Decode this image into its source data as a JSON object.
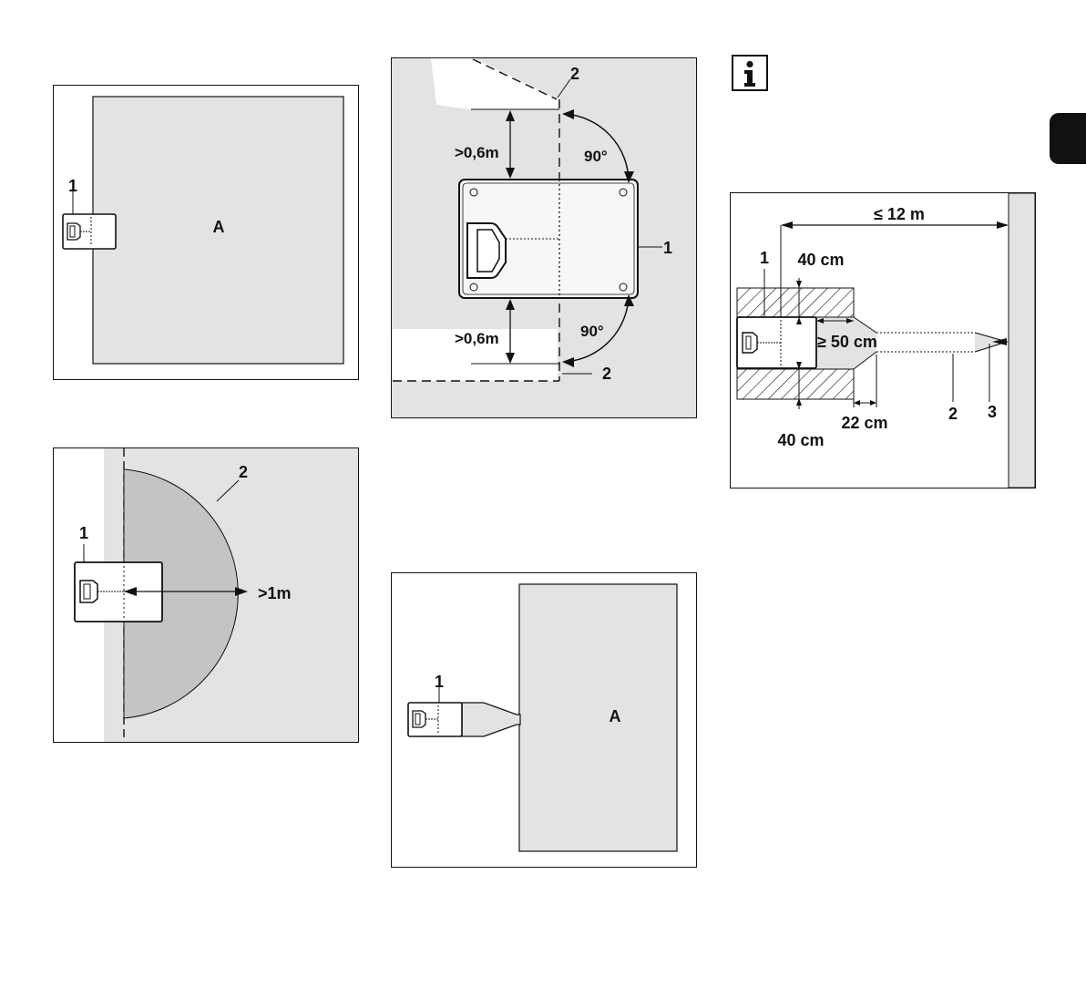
{
  "figure_tl": {
    "label_1": "1",
    "label_area": "A"
  },
  "figure_bl": {
    "label_1": "1",
    "label_2": "2",
    "dist": ">1m"
  },
  "figure_tm": {
    "label_2_top": "2",
    "label_2_bottom": "2",
    "label_1": "1",
    "dist_top": ">0,6m",
    "dist_bottom": ">0,6m",
    "angle_top": "90°",
    "angle_bottom": "90°"
  },
  "figure_bm": {
    "label_1": "1",
    "label_area": "A"
  },
  "figure_r": {
    "dist_total": "≤ 12 m",
    "label_1": "1",
    "gap_top": "40 cm",
    "gap_bottom": "40 cm",
    "gap_front": "≥ 50 cm",
    "taper": "22 cm",
    "label_2": "2",
    "label_3": "3"
  },
  "colors": {
    "lawn": "#e3e3e3",
    "dark_zone": "#c4c4c4",
    "stroke": "#111111",
    "tab": "#111111"
  },
  "icons": {
    "info": "info-icon",
    "thumb_tab": "chapter-tab"
  }
}
